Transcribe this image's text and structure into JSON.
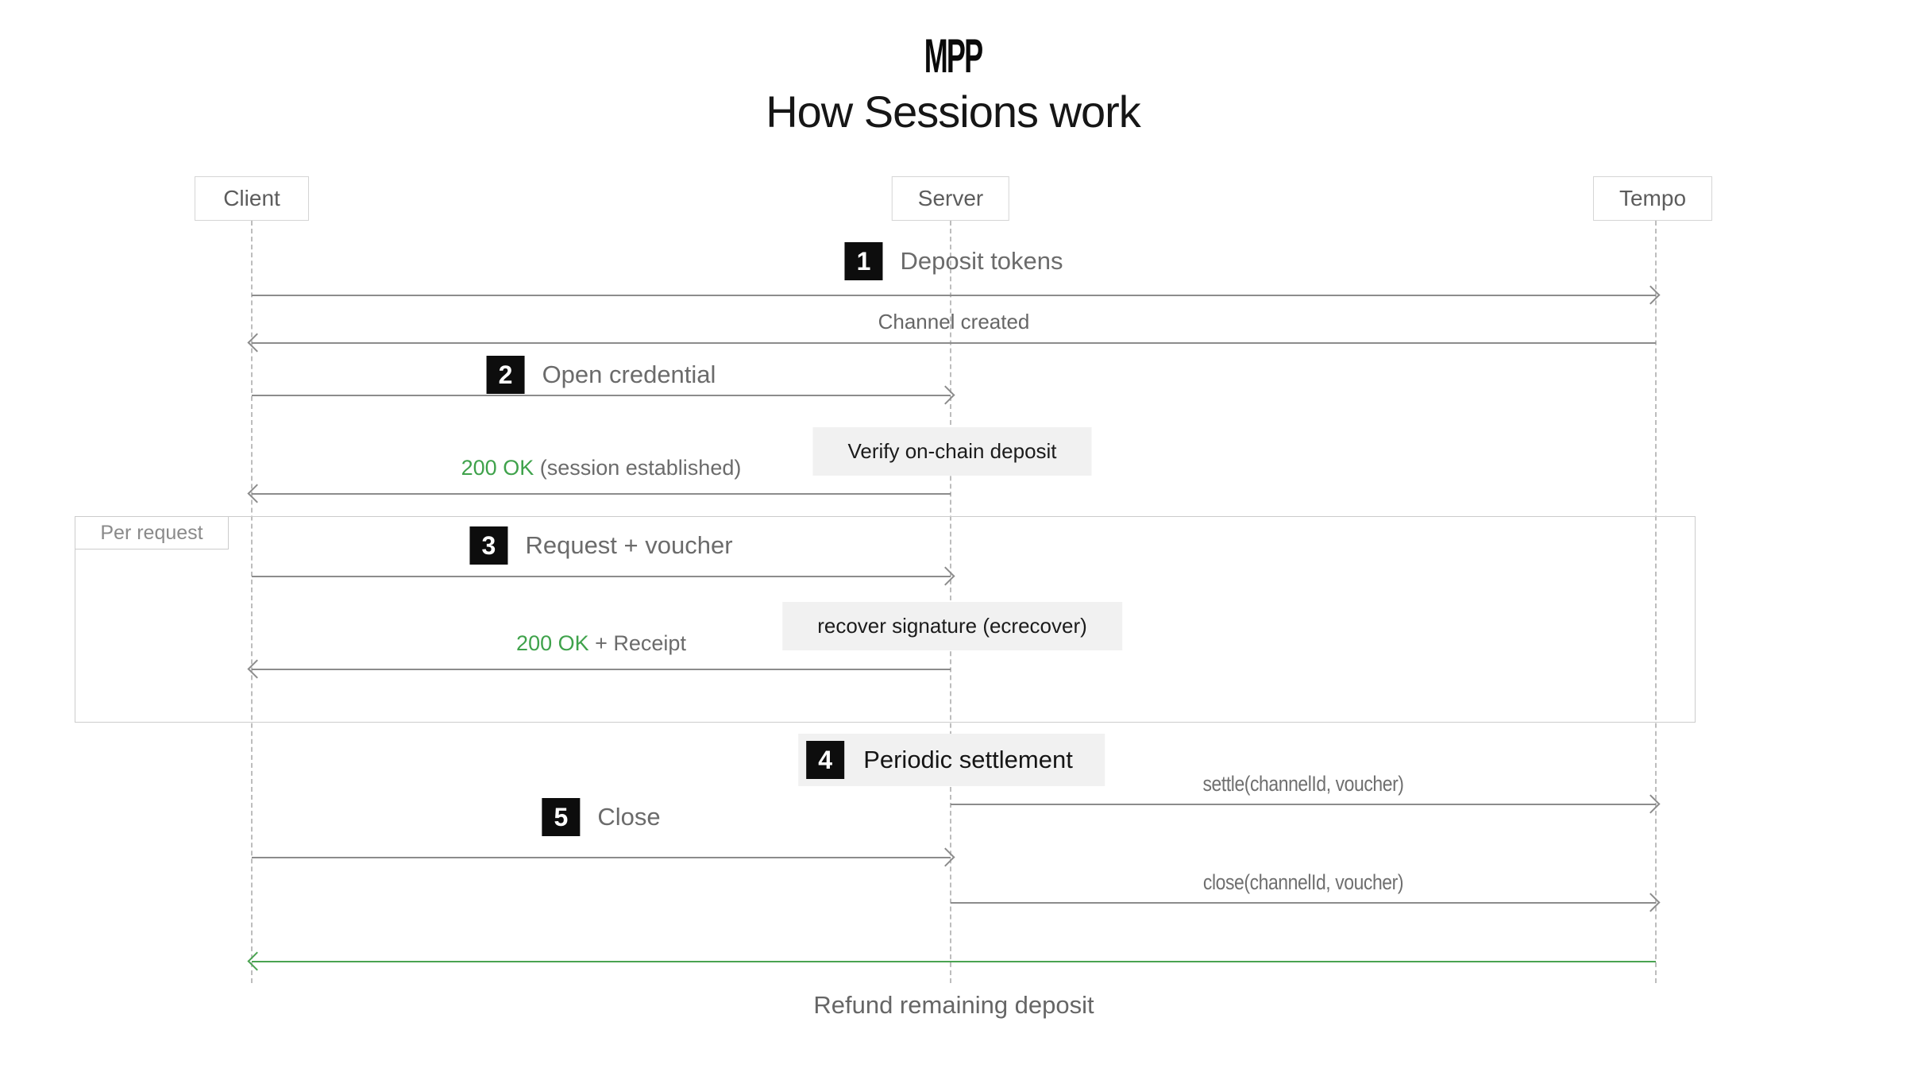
{
  "header": {
    "logo": "MPP",
    "title": "How Sessions work"
  },
  "participants": {
    "client": "Client",
    "server": "Server",
    "tempo": "Tempo"
  },
  "fragment": {
    "label": "Per request"
  },
  "messages": {
    "deposit": {
      "badge": "1",
      "label": "Deposit tokens"
    },
    "channel_created": {
      "label": "Channel created"
    },
    "open_credential": {
      "badge": "2",
      "label": "Open credential"
    },
    "verify_note": {
      "label": "Verify on-chain deposit"
    },
    "session_ok": {
      "status": "200 OK",
      "rest": "(session established)"
    },
    "request_voucher": {
      "badge": "3",
      "label": "Request + voucher"
    },
    "recover_note": {
      "label": "recover signature (ecrecover)"
    },
    "receipt_ok": {
      "status": "200 OK",
      "rest": "+ Receipt"
    },
    "periodic_settlement": {
      "badge": "4",
      "label": "Periodic settlement"
    },
    "settle_call": {
      "label": "settle(channelId, voucher)"
    },
    "close_step": {
      "badge": "5",
      "label": "Close"
    },
    "close_call": {
      "label": "close(channelId, voucher)"
    },
    "refund": {
      "label": "Refund remaining deposit"
    }
  },
  "colors": {
    "status_green": "#3fa24b",
    "arrow_green": "#4aa351",
    "arrow_gray": "#8c8c8c",
    "badge_black": "#0d0d0d",
    "note_background": "#f1f1f1"
  }
}
